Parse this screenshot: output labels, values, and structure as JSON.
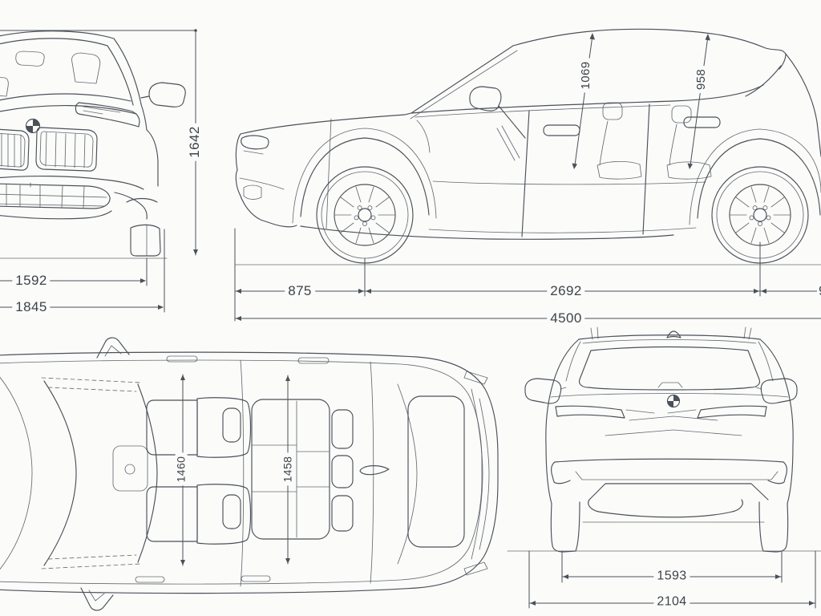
{
  "views": {
    "front": {
      "height_mm": "1642",
      "track_width_mm": "1592",
      "overall_width_mm": "1845"
    },
    "side": {
      "front_interior_height_mm": "1069",
      "rear_interior_height_mm": "958",
      "front_overhang_mm": "875",
      "wheelbase_mm": "2692",
      "overall_length_mm": "4500",
      "rear_overhang_clipped_digit": "9"
    },
    "top": {
      "front_interior_width_mm": "1460",
      "rear_interior_width_mm": "1458"
    },
    "rear": {
      "rear_track_mm": "1593",
      "width_incl_mirrors_mm": "2104"
    }
  },
  "colors": {
    "line": "#4b5158",
    "label_text": "#3d4349",
    "background": "#fbfbfa"
  }
}
